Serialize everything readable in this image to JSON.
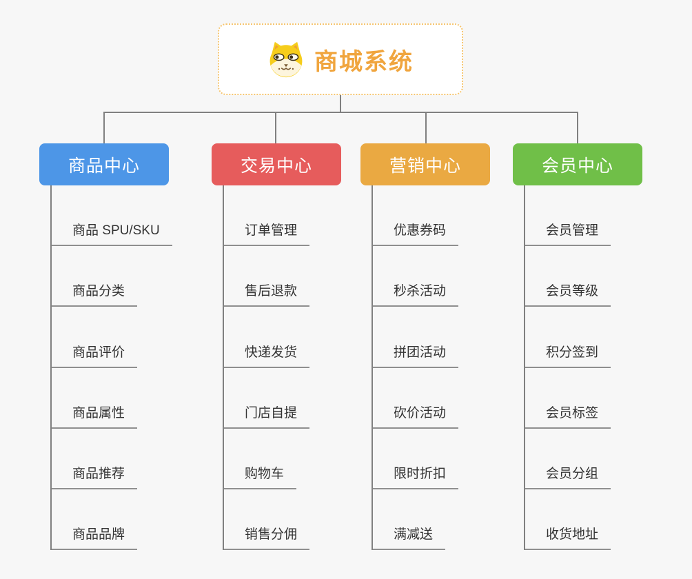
{
  "meta": {
    "background_color": "#f7f7f7",
    "connector_color": "#808080",
    "underline_color": "#8f8f8f",
    "item_text_color": "#333333"
  },
  "root": {
    "title": "商城系统",
    "icon": "dog-mascot-icon",
    "title_color": "#f0a53e",
    "border_color": "#f6c56f"
  },
  "branches": [
    {
      "label": "商品中心",
      "color": "#4d96e7",
      "children": [
        "商品 SPU/SKU",
        "商品分类",
        "商品评价",
        "商品属性",
        "商品推荐",
        "商品品牌"
      ]
    },
    {
      "label": "交易中心",
      "color": "#e65c5c",
      "children": [
        "订单管理",
        "售后退款",
        "快递发货",
        "门店自提",
        "购物车",
        "销售分佣"
      ]
    },
    {
      "label": "营销中心",
      "color": "#eaa942",
      "children": [
        "优惠券码",
        "秒杀活动",
        "拼团活动",
        "砍价活动",
        "限时折扣",
        "满减送"
      ]
    },
    {
      "label": "会员中心",
      "color": "#70bf48",
      "children": [
        "会员管理",
        "会员等级",
        "积分签到",
        "会员标签",
        "会员分组",
        "收货地址"
      ]
    }
  ]
}
